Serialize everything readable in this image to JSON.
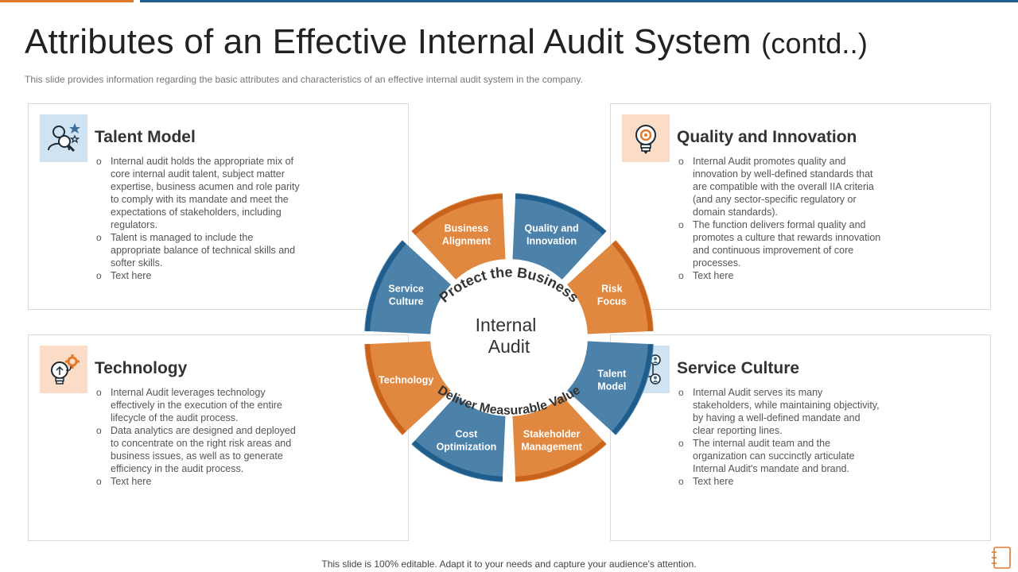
{
  "slide": {
    "title": "Attributes of an Effective Internal Audit System",
    "title_suffix": "(contd..)",
    "subtitle": "This slide provides  information  regarding  the basic attributes and characteristics of an  effective  internal audit system in the company.",
    "footer": "This slide is 100% editable. Adapt it to your needs and capture your audience's attention."
  },
  "cards": {
    "talent": {
      "title": "Talent Model",
      "icon": "talent-person-icon",
      "bullets": [
        "Internal audit holds the appropriate  mix of core internal audit talent, subject matter expertise, business acumen and role parity to comply with its mandate and meet the expectations of stakeholders, including regulators.",
        "Talent is managed to include the appropriate  balance of technical skills and softer skills.",
        "Text here"
      ]
    },
    "quality": {
      "title": "Quality and Innovation",
      "icon": "lightbulb-icon",
      "bullets": [
        "Internal Audit promotes quality and innovation  by well-defined  standards that are compatible with the overall  IIA criteria (and any sector-specific regulatory or domain standards).",
        "The function delivers formal quality and promotes a culture that rewards innovation  and continuous improvement of core processes.",
        "Text here"
      ]
    },
    "technology": {
      "title": "Technology",
      "icon": "bulb-gear-icon",
      "bullets": [
        "Internal Audit leverages  technology effectively  in the execution of the entire lifecycle of the audit process.",
        "Data analytics are designed and deployed to concentrate on the right risk areas and business issues, as well as to generate  efficiency in the audit process.",
        "Text here"
      ]
    },
    "service": {
      "title": "Service Culture",
      "icon": "network-people-icon",
      "bullets": [
        "Internal Audit serves its many stakeholders, while maintaining objectivity,  by having  a well-defined mandate and clear reporting lines.",
        "The internal audit team and the organization  can succinctly articulate Internal Audit's mandate and brand.",
        "Text here"
      ]
    }
  },
  "wheel": {
    "center_line1": "Internal",
    "center_line2": "Audit",
    "arc_top": "Protect the Business",
    "arc_bottom": "Deliver Measurable Value",
    "segments": [
      {
        "l1": "Quality and",
        "l2": "Innovation"
      },
      {
        "l1": "Risk",
        "l2": "Focus"
      },
      {
        "l1": "Talent",
        "l2": "Model"
      },
      {
        "l1": "Stakeholder",
        "l2": "Management"
      },
      {
        "l1": "Cost",
        "l2": "Optimization"
      },
      {
        "l1": "Technology",
        "l2": ""
      },
      {
        "l1": "Service",
        "l2": "Culture"
      },
      {
        "l1": "Business",
        "l2": "Alignment"
      }
    ]
  },
  "colors": {
    "orange": "#e0883f",
    "orange_rim": "#c9621d",
    "blue": "#4c81aa",
    "blue_rim": "#1f5e8c",
    "accent_orange": "#e07b2e",
    "accent_blue": "#1f5e8c"
  }
}
